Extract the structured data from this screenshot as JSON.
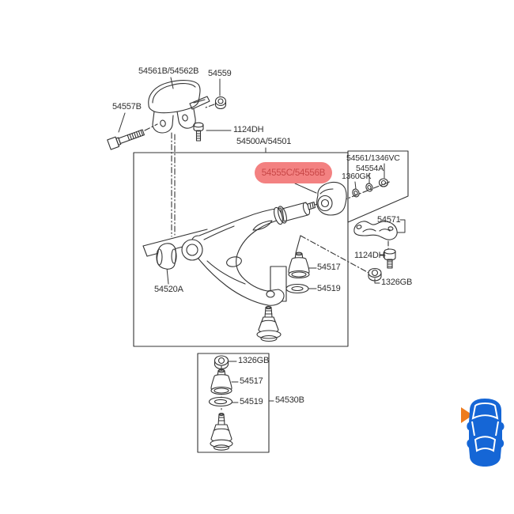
{
  "image": {
    "type": "exploded-parts-diagram",
    "subject": "front lower control arm assembly",
    "background": "#ffffff",
    "ink_color": "#333333"
  },
  "highlight": {
    "text": "54555C/54556B",
    "fill": "#F38181",
    "text_color": "#C84747"
  },
  "labels": {
    "bracket_top": "54561B/54562B",
    "nut_top": "54559",
    "bolt_left": "54557B",
    "bolt_top": "1124DH",
    "arm_assembly": "54500A/54501",
    "nut_group_right": "54561/1346VC",
    "washer_right": "54554A",
    "washer_small_right": "1360GK",
    "stab_bracket": "54571",
    "bolt_right": "1124DH",
    "nut_right": "1326GB",
    "bushing_rear": "54520A",
    "boot_main": "54517",
    "washer_main": "54519",
    "kit_nut": "1326GB",
    "kit_boot": "54517",
    "kit_washer": "54519",
    "kit_assembly": "54530B"
  },
  "car_locator": {
    "body_color": "#1566D6",
    "window_color": "#ffffff",
    "arrow_color": "#EE7C1E",
    "position": "front-left"
  }
}
